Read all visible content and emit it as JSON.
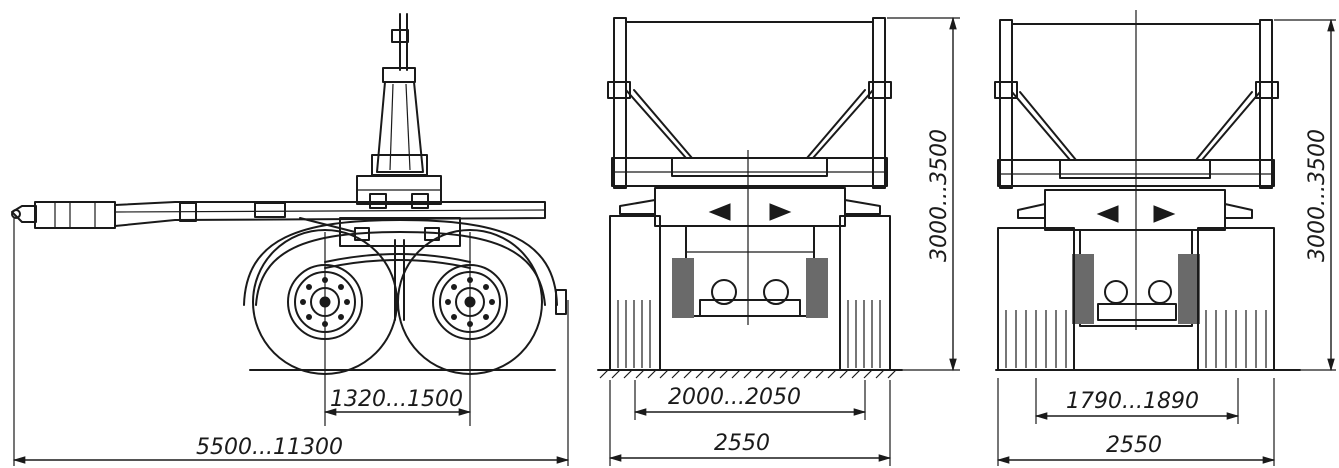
{
  "dimensions": {
    "side": {
      "wheelbase": "1320...1500",
      "overall_length": "5500...11300"
    },
    "rear_view_1": {
      "height": "3000...3500",
      "track": "2000...2050",
      "width": "2550"
    },
    "rear_view_2": {
      "height": "3000...3500",
      "track": "1790...1890",
      "width": "2550"
    }
  }
}
